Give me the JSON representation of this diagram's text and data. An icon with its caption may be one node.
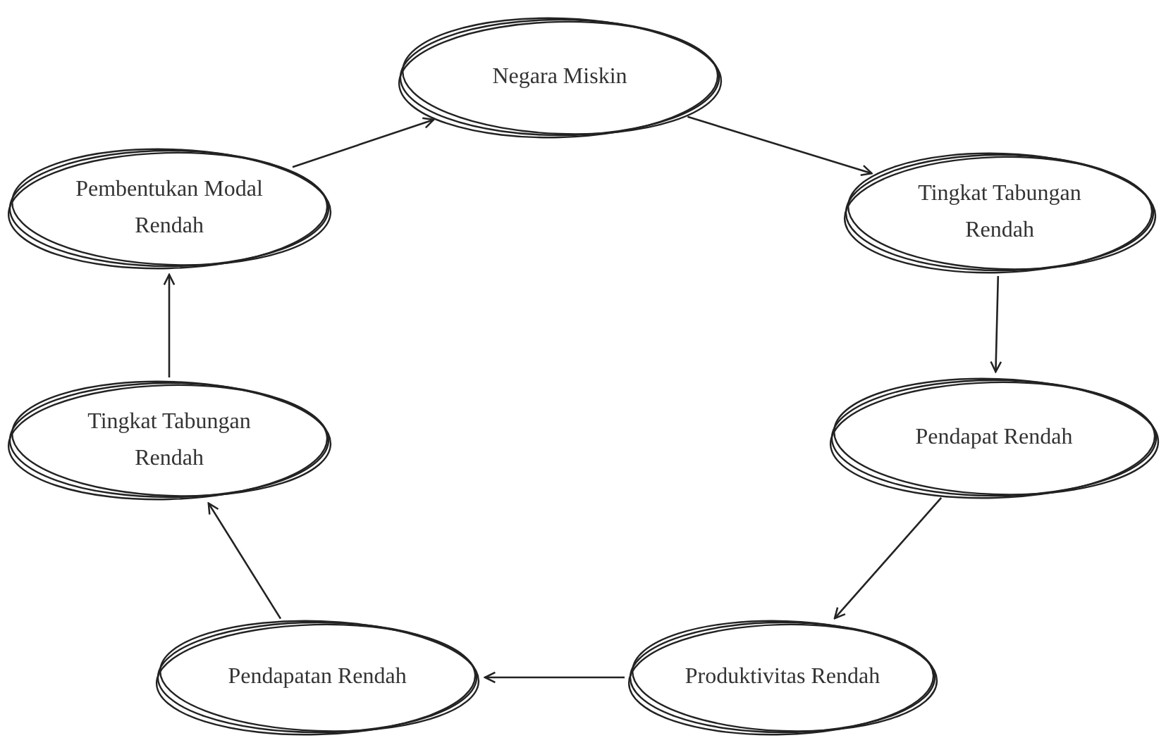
{
  "diagram": {
    "nodes": [
      {
        "text": [
          "Negara Miskin"
        ]
      },
      {
        "text": [
          "Tingkat Tabungan Rendah"
        ]
      },
      {
        "text": [
          "Pendapat Rendah"
        ]
      },
      {
        "text": [
          "Produktivitas Rendah"
        ]
      },
      {
        "text": [
          "Pendapatan Rendah"
        ]
      },
      {
        "text": [
          "Tingkat Tabungan Rendah"
        ]
      },
      {
        "text": [
          "Pembentukan Modal Rendah"
        ]
      }
    ],
    "edges": [
      {
        "from": 0,
        "to": 1,
        "arrow": "to"
      },
      {
        "from": 1,
        "to": 2,
        "arrow": "to"
      },
      {
        "from": 2,
        "to": 3,
        "arrow": "to"
      },
      {
        "from": 3,
        "to": 4,
        "arrow": "to"
      },
      {
        "from": 4,
        "to": 5,
        "arrow": "to"
      },
      {
        "from": 5,
        "to": 6,
        "arrow": "to"
      },
      {
        "from": 6,
        "to": 0,
        "arrow": "to"
      }
    ]
  }
}
